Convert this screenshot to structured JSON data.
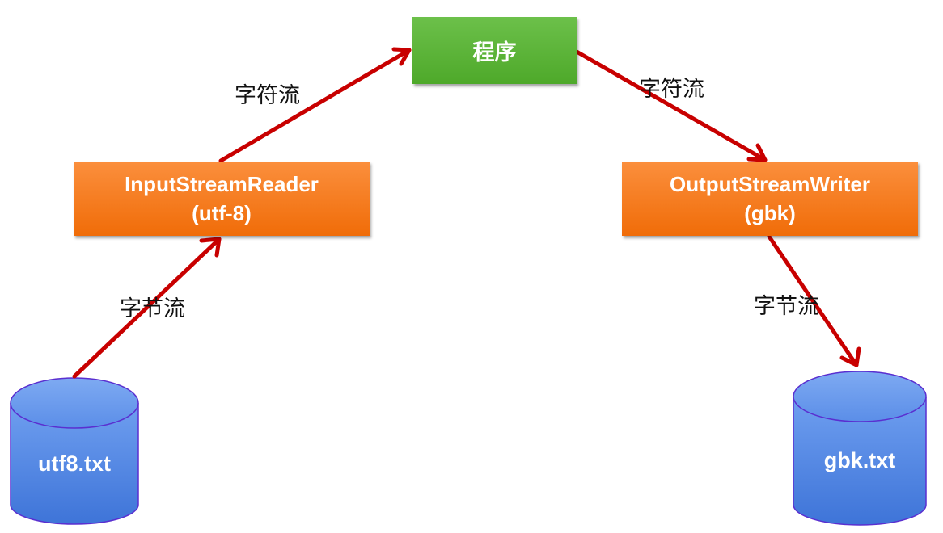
{
  "nodes": {
    "program": "程序",
    "reader": {
      "name": "InputStreamReader",
      "charset": "(utf-8)"
    },
    "writer": {
      "name": "OutputStreamWriter",
      "charset": "(gbk)"
    },
    "source_file": "utf8.txt",
    "target_file": "gbk.txt"
  },
  "edges": {
    "source_to_reader": "字节流",
    "reader_to_program": "字符流",
    "program_to_writer": "字符流",
    "writer_to_target": "字节流"
  },
  "colors": {
    "program_box": "#4ea92a",
    "stream_box": "#f06c08",
    "file_cylinder": "#4a7fe0",
    "arrow": "#c80000"
  }
}
